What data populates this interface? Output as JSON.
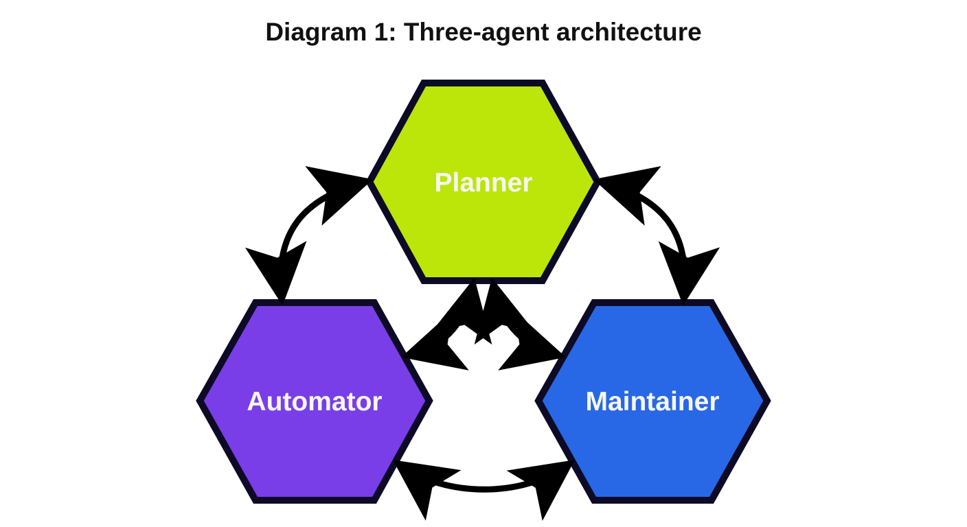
{
  "title": "Diagram 1: Three-agent architecture",
  "colors": {
    "border": "#0d0a26",
    "arrow": "#000000",
    "label": "#f7f7f2"
  },
  "nodes": [
    {
      "id": "planner",
      "label": "Planner",
      "fill": "#bce50a"
    },
    {
      "id": "automator",
      "label": "Automator",
      "fill": "#7a3ee8"
    },
    {
      "id": "maintainer",
      "label": "Maintainer",
      "fill": "#2868e6"
    }
  ],
  "edges": [
    {
      "from": "planner",
      "to": "automator",
      "direction": "bidirectional",
      "route": "outer-left"
    },
    {
      "from": "planner",
      "to": "maintainer",
      "direction": "bidirectional",
      "route": "outer-right"
    },
    {
      "from": "planner",
      "to": "automator",
      "direction": "bidirectional",
      "route": "inner-left"
    },
    {
      "from": "planner",
      "to": "maintainer",
      "direction": "bidirectional",
      "route": "inner-right"
    },
    {
      "from": "automator",
      "to": "maintainer",
      "direction": "bidirectional",
      "route": "bottom"
    }
  ]
}
